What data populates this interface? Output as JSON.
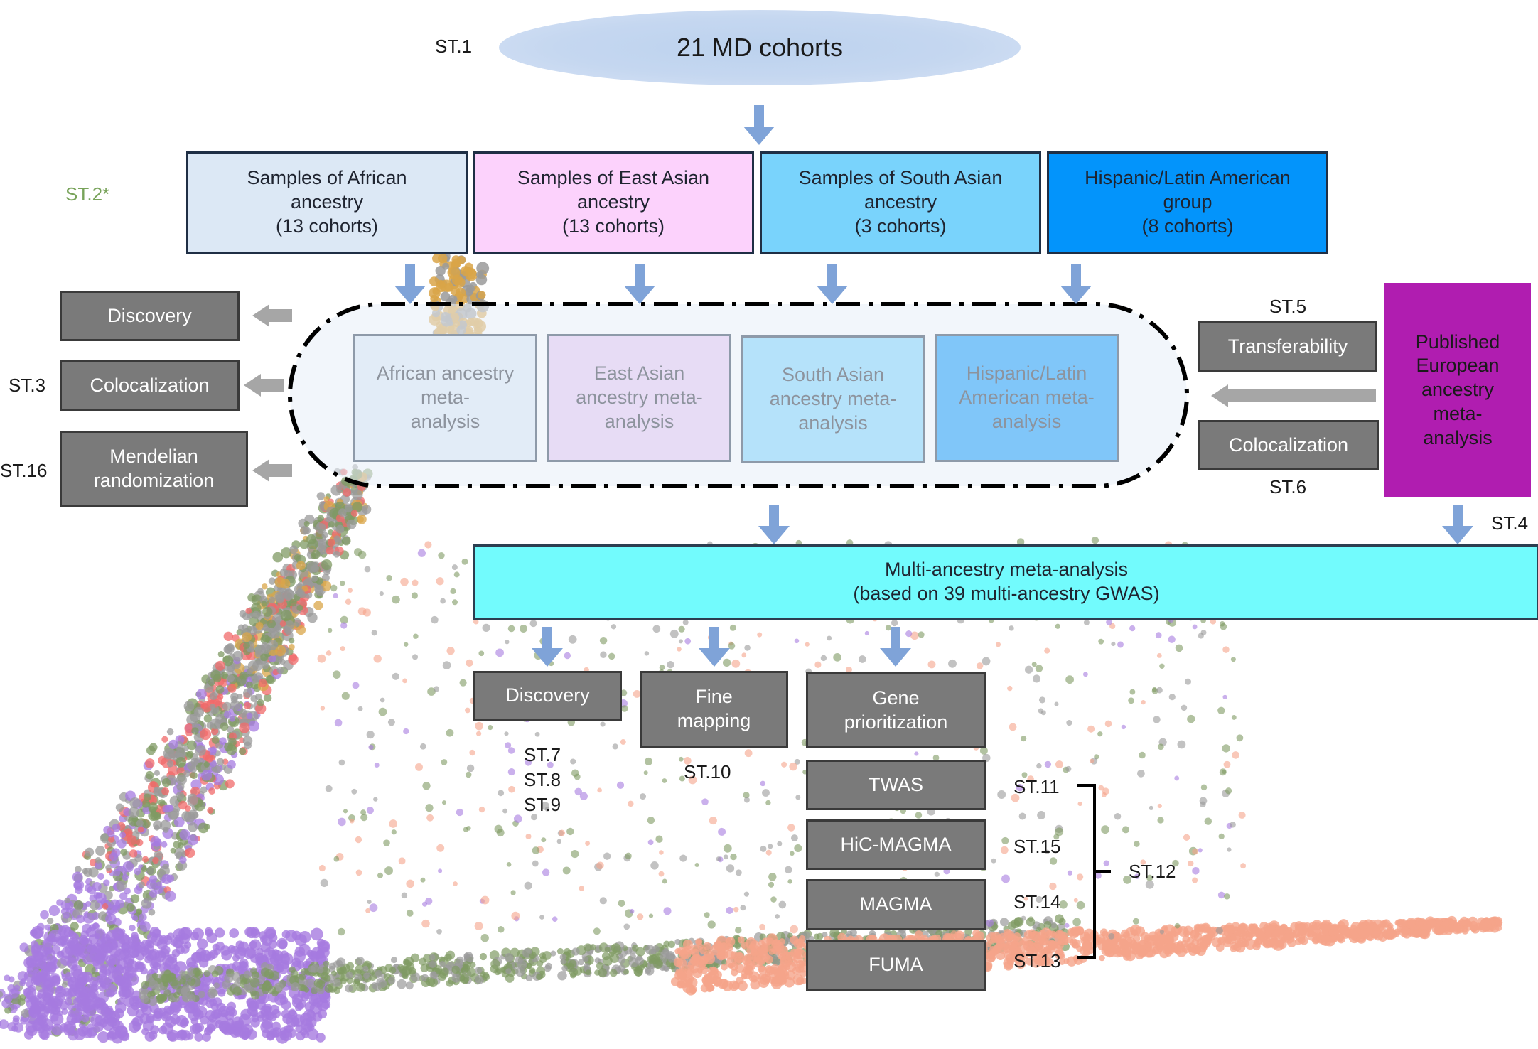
{
  "top": {
    "cohorts_label": "21 MD cohorts",
    "st1": "ST.1",
    "st2": "ST.2*"
  },
  "ancestry_groups": [
    {
      "label": "Samples of African\nancestry\n(13 cohorts)",
      "color": "#dce8f5"
    },
    {
      "label": "Samples of East Asian\nancestry\n(13 cohorts)",
      "color": "#fcd2fc"
    },
    {
      "label": "Samples of South Asian\nancestry\n(3 cohorts)",
      "color": "#79d3fc"
    },
    {
      "label": "Hispanic/Latin American\ngroup\n(8 cohorts)",
      "color": "#0394fb"
    }
  ],
  "meta_analyses": [
    {
      "label": "African ancestry\nmeta-\nanalysis",
      "color": "#dce8f5"
    },
    {
      "label": "East Asian\nancestry meta-\nanalysis",
      "color": "#e6c6f2"
    },
    {
      "label": "South Asian\nancestry meta-\nanalysis",
      "color": "#79d3fc"
    },
    {
      "label": "Hispanic/Latin\nAmerican meta-\nanalysis",
      "color": "#0394fb"
    }
  ],
  "left_outputs": [
    {
      "label": "Discovery",
      "st": ""
    },
    {
      "label": "Colocalization",
      "st": "ST.3"
    },
    {
      "label": "Mendelian\nrandomization",
      "st": "ST.16"
    }
  ],
  "european": {
    "label": "Published\nEuropean\nancestry\nmeta-\nanalysis",
    "color": "#b01db0",
    "transferability": "Transferability",
    "colocalization": "Colocalization",
    "st5": "ST.5",
    "st6": "ST.6",
    "st4": "ST.4"
  },
  "multi_ancestry": {
    "label": "Multi-ancestry meta-analysis\n(based on 39 multi-ancestry GWAS)",
    "color": "#72fbfd"
  },
  "downstream": [
    {
      "label": "Discovery",
      "st": "ST.7\nST.8\nST.9"
    },
    {
      "label": "Fine\nmapping",
      "st": "ST.10"
    },
    {
      "label": "Gene\nprioritization",
      "st": ""
    }
  ],
  "gene_methods": [
    {
      "label": "TWAS",
      "st": "ST.11"
    },
    {
      "label": "HiC-MAGMA",
      "st": "ST.15"
    },
    {
      "label": "MAGMA",
      "st": "ST.14"
    },
    {
      "label": "FUMA",
      "st": "ST.13"
    }
  ],
  "bracket_label": "ST.12",
  "colors": {
    "down_arrow": "#7fa3d8",
    "left_arrow": "#a6a6a6",
    "dark_box": "#7a7a7a",
    "st2_label": "#78a35a",
    "scatter_purple": "#a67be0",
    "scatter_green": "#7f9a63",
    "scatter_gray": "#9a9a9a",
    "scatter_red": "#f06a6a",
    "scatter_orange": "#f5a48a",
    "scatter_gold": "#d9a548"
  }
}
